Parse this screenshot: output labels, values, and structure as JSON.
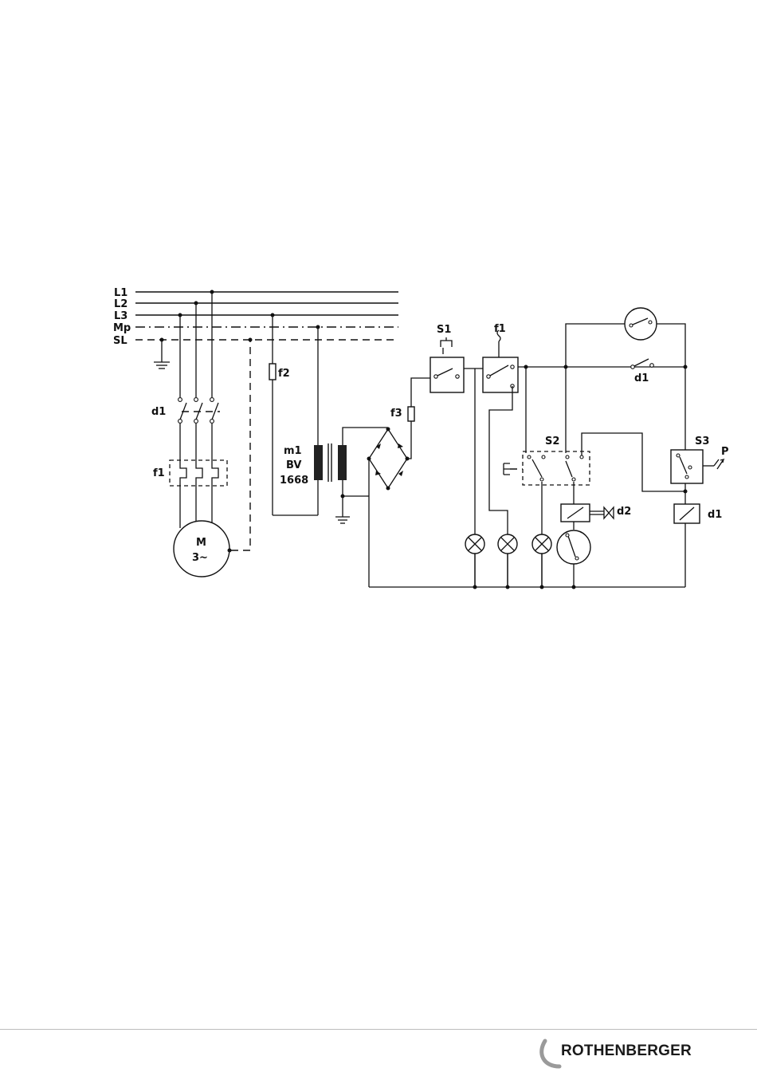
{
  "diagram": {
    "bus_labels": [
      "L1",
      "L2",
      "L3",
      "Mp",
      "SL"
    ],
    "component_labels": {
      "d1_contactor": "d1",
      "f1_overload": "f1",
      "motor_line1": "M",
      "motor_line2": "3~",
      "fuse_f2": "f2",
      "fuse_f3": "f3",
      "transformer_line1": "m1",
      "transformer_line2": "BV",
      "transformer_line3": "1668",
      "switch_s1": "S1",
      "switch_f1": "f1",
      "switch_s2": "S2",
      "switch_s3": "S3",
      "relay_contact_d1": "d1",
      "valve_d2": "d2",
      "relay_coil_d1": "d1",
      "pressure_p": "P"
    }
  },
  "footer": {
    "brand": "ROTHENBERGER"
  },
  "colors": {
    "ink": "#111111",
    "rule": "#bdbdbd"
  }
}
